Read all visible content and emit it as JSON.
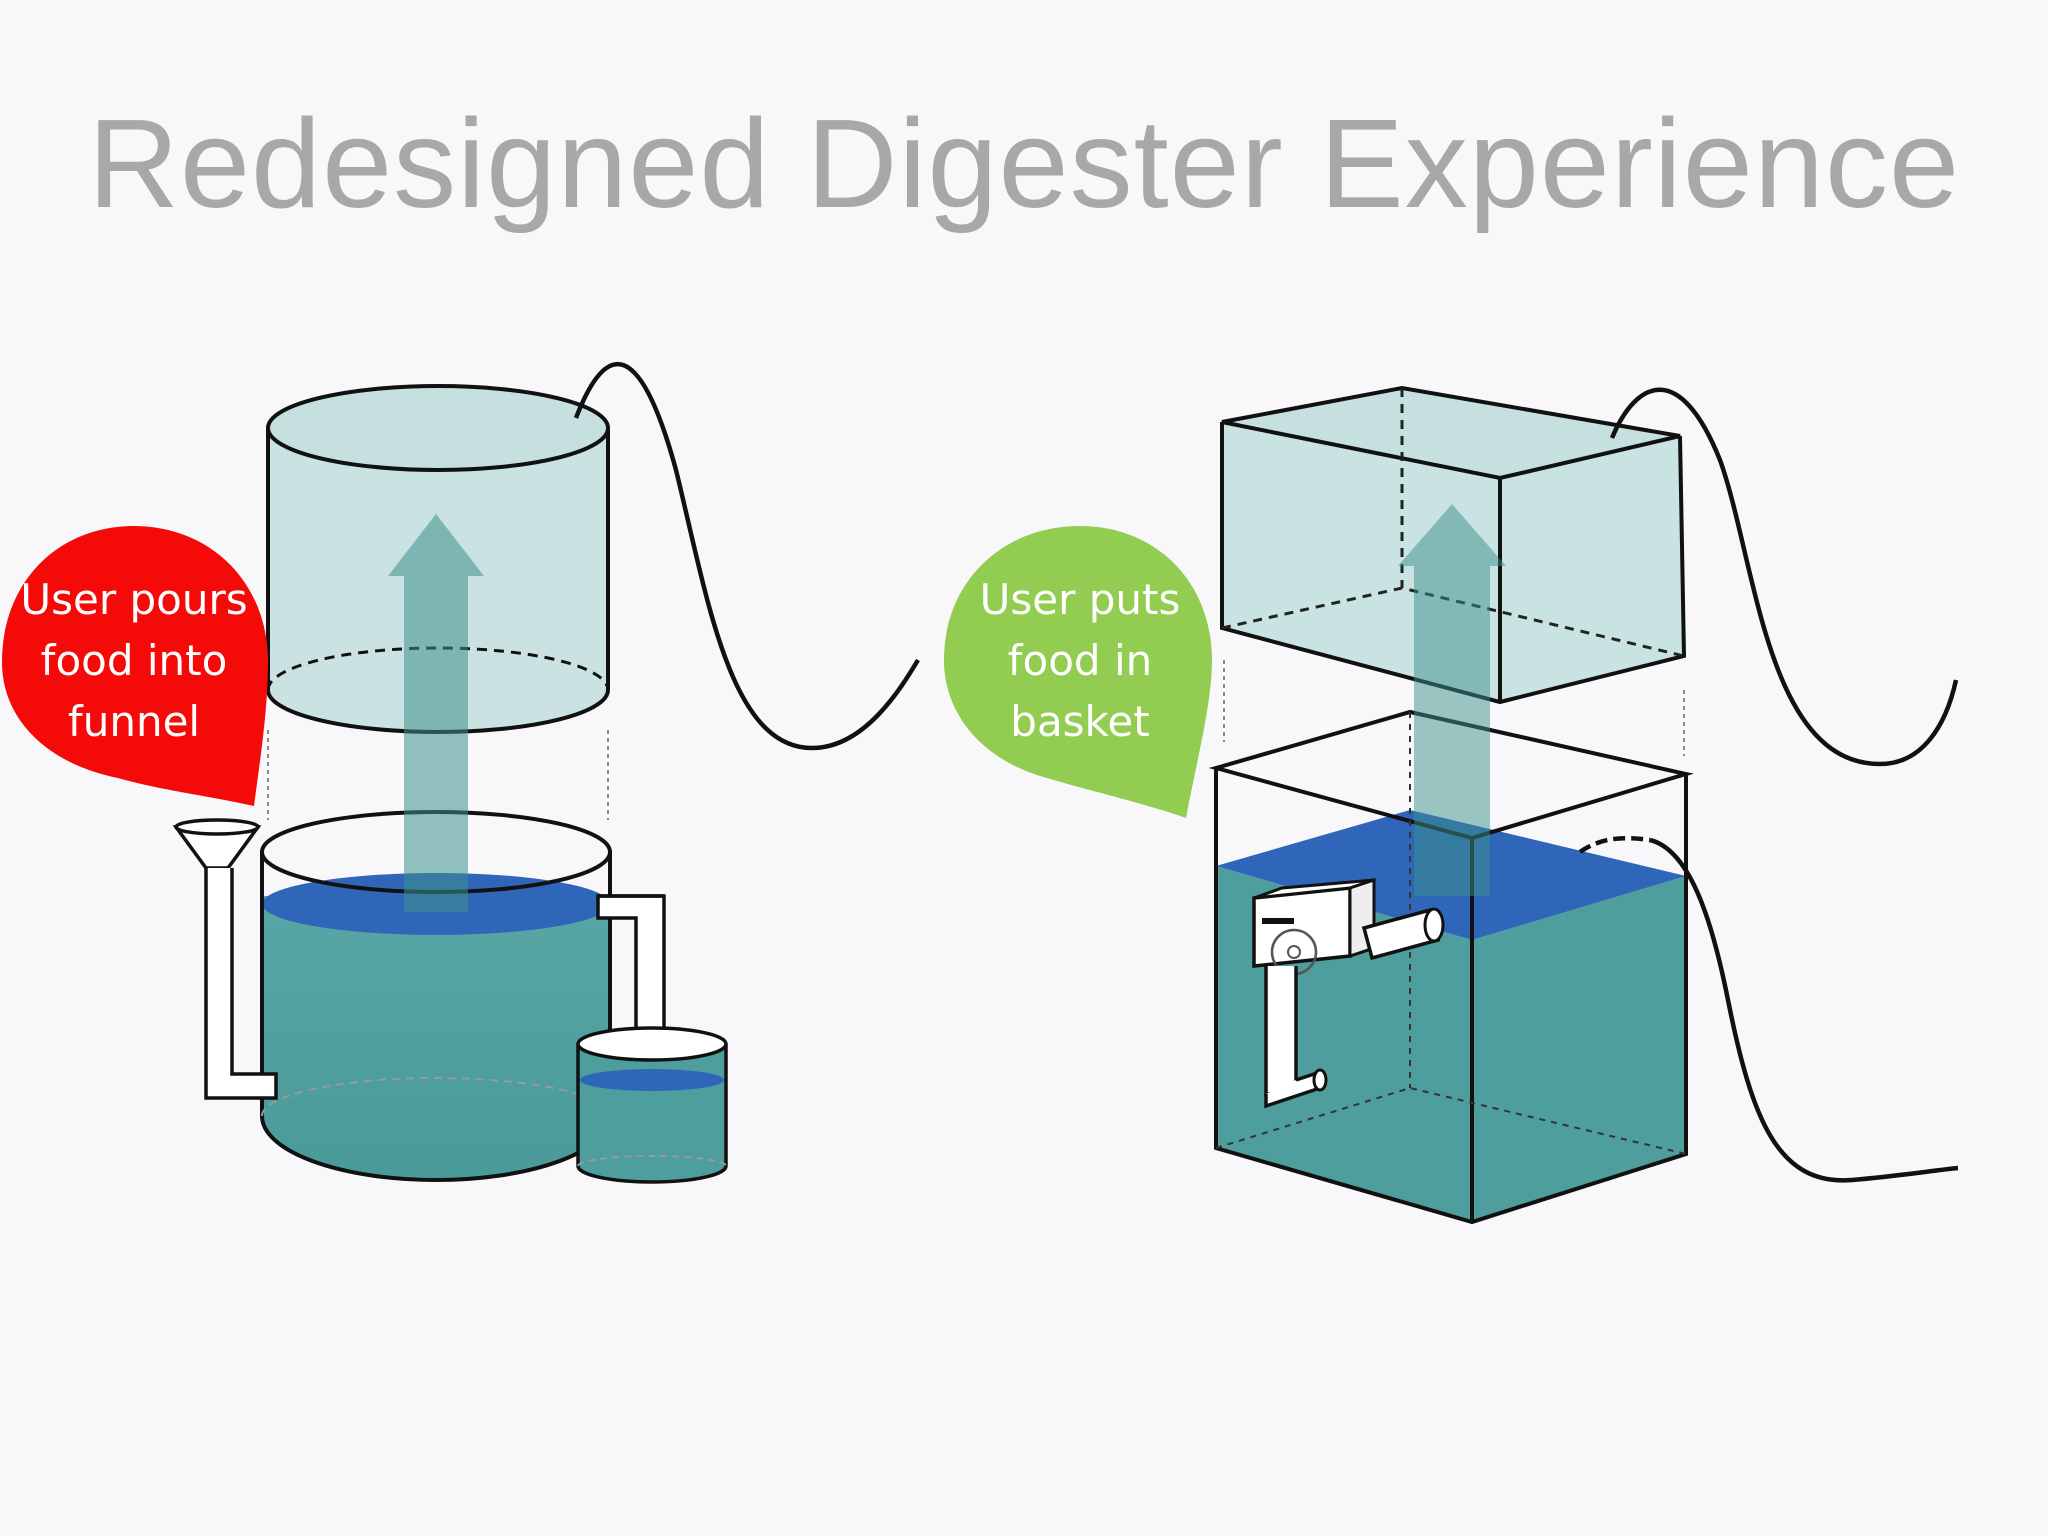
{
  "slide": {
    "title": "Redesigned Digester Experience"
  },
  "callouts": {
    "left": {
      "lines": [
        "User pours",
        "food into",
        "funnel"
      ],
      "color": "#f50a0a"
    },
    "right": {
      "lines": [
        "User puts",
        "food in",
        "basket"
      ],
      "color": "#92cc50"
    }
  },
  "colors": {
    "water_dark": "#2f66b9",
    "water_teal": "#4e9e9e",
    "lid_fill": "#c6e0e0",
    "arrow_teal": "#3c8f8a",
    "background": "#f8f8fb"
  },
  "icons": [
    "funnel-icon",
    "pipe-icon",
    "arrow-up-icon",
    "cable-icon",
    "pump-icon"
  ]
}
